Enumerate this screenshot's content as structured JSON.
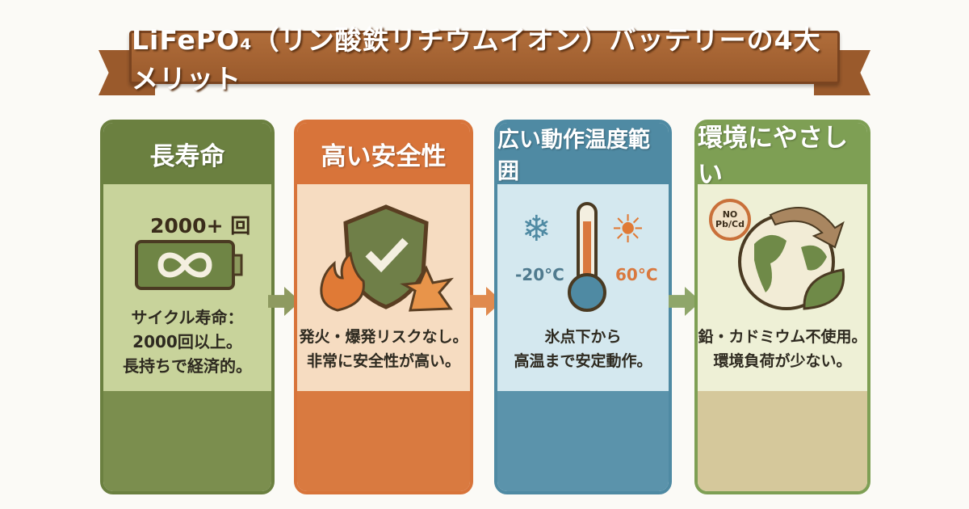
{
  "title": "LiFePO₄（リン酸鉄リチウムイオン）バッテリーの4大メリット",
  "cards": [
    {
      "heading": "長寿命",
      "stat": "2000+ 回",
      "lines": [
        "サイクル寿命：",
        "2000回以上。",
        "長持ちで経済的。"
      ],
      "icon": "infinity-battery-icon",
      "colors": {
        "header": "#6b8040",
        "body": "#c8d39b",
        "footer": "#7b8e4e"
      }
    },
    {
      "heading": "高い安全性",
      "lines": [
        "発火・爆発リスクなし。",
        "非常に安全性が高い。"
      ],
      "icon": "shield-check-fire-icon",
      "colors": {
        "header": "#d8743a",
        "body": "#f6dcc1",
        "footer": "#d97a40"
      }
    },
    {
      "heading": "広い動作温度範囲",
      "low_temp": "-20°C",
      "high_temp": "60°C",
      "lines": [
        "氷点下から",
        "高温まで安定動作。"
      ],
      "icon": "thermometer-icon",
      "colors": {
        "header": "#4f8aa3",
        "body": "#d4e8ef",
        "footer": "#5b93ab"
      }
    },
    {
      "heading": "環境にやさしい",
      "badge_line1": "NO",
      "badge_line2": "Pb/Cd",
      "lines": [
        "鉛・カドミウム不使用。",
        "環境負荷が少ない。"
      ],
      "icon": "earth-recycle-leaf-icon",
      "colors": {
        "header": "#7e9f54",
        "body": "#eef0d6",
        "footer": "#d5c89b"
      }
    }
  ]
}
